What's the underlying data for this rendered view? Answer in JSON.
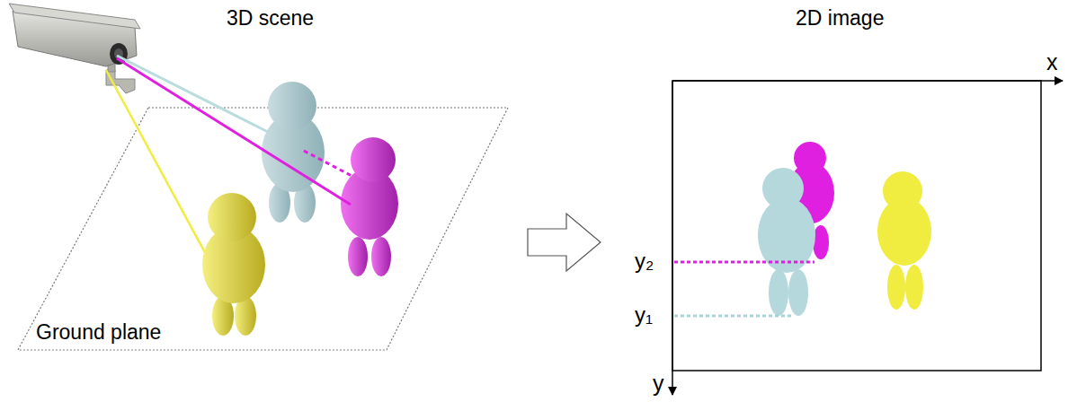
{
  "diagram": {
    "labels": [
      "3D scene",
      "2D image",
      "Ground plane",
      "x",
      "y",
      "y₂",
      "y₁"
    ]
  }
}
